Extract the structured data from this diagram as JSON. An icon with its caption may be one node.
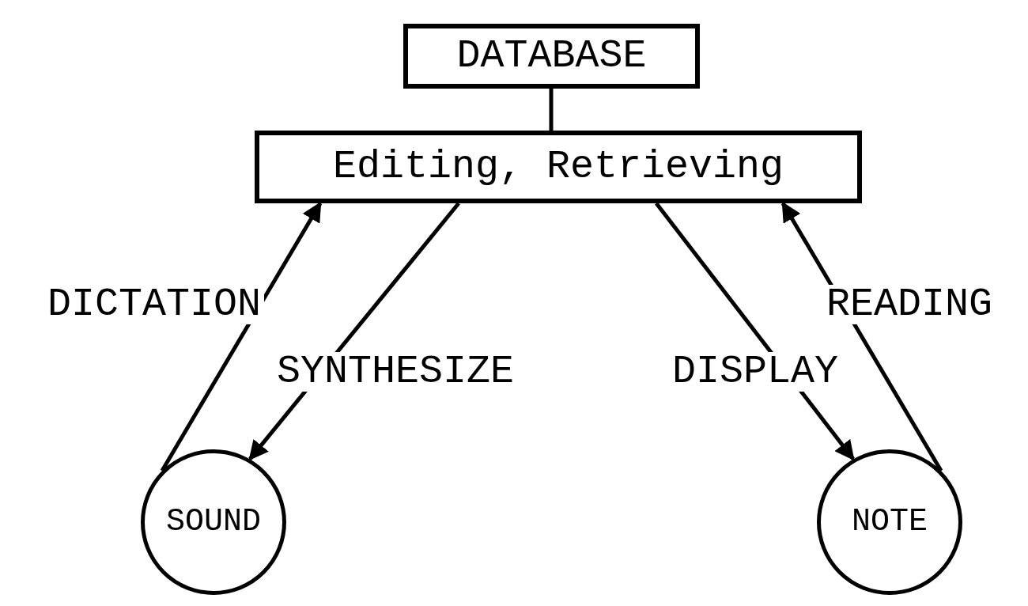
{
  "diagram": {
    "nodes": [
      {
        "text": [
          "DATABASE"
        ]
      },
      {
        "text": [
          "Editing, Retrieving"
        ]
      },
      {
        "text": [
          "SOUND"
        ]
      },
      {
        "text": [
          "NOTE"
        ]
      }
    ],
    "edges": [
      {
        "from": 0,
        "to": 1,
        "arrow": "none"
      },
      {
        "from": 2,
        "to": 1,
        "arrow": "to",
        "label": "DICTATION"
      },
      {
        "from": 1,
        "to": 2,
        "arrow": "to",
        "label": "SYNTHESIZE"
      },
      {
        "from": 1,
        "to": 3,
        "arrow": "to",
        "label": "DISPLAY"
      },
      {
        "from": 3,
        "to": 1,
        "arrow": "to",
        "label": "READING"
      }
    ]
  }
}
